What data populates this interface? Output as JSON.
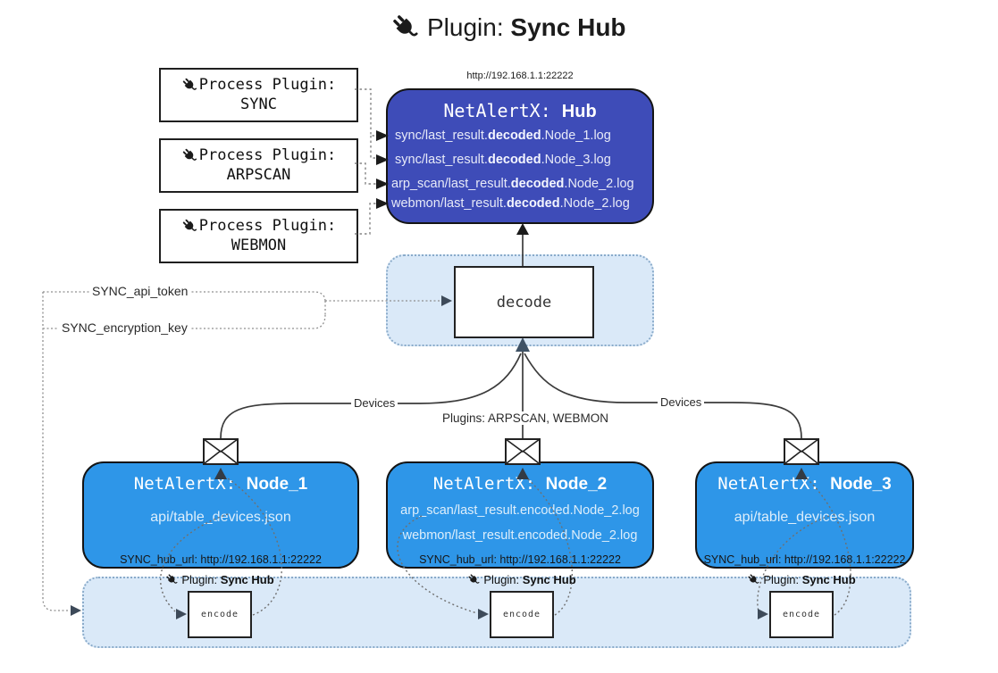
{
  "title": {
    "prefix": "Plugin: ",
    "bold": "Sync Hub"
  },
  "process_plugins": [
    {
      "label": "Process Plugin:",
      "name": "SYNC"
    },
    {
      "label": "Process Plugin:",
      "name": "ARPSCAN"
    },
    {
      "label": "Process Plugin:",
      "name": "WEBMON"
    }
  ],
  "hub": {
    "url": "http://192.168.1.1:22222",
    "title_prefix": "NetAlertX: ",
    "title_bold": "Hub",
    "logs": [
      {
        "pre": "sync/last_result.",
        "bold": "decoded",
        "post": ".Node_1.log"
      },
      {
        "pre": "sync/last_result.",
        "bold": "decoded",
        "post": ".Node_3.log"
      },
      {
        "pre": "arp_scan/last_result.",
        "bold": "decoded",
        "post": ".Node_2.log"
      },
      {
        "pre": "webmon/last_result.",
        "bold": "decoded",
        "post": ".Node_2.log"
      }
    ]
  },
  "decode_label": "decode",
  "config_labels": {
    "api_token": "SYNC_api_token",
    "encryption_key": "SYNC_encryption_key"
  },
  "edge_labels": {
    "devices_left": "Devices",
    "plugins_center": "Plugins: ARPSCAN, WEBMON",
    "devices_right": "Devices"
  },
  "nodes": [
    {
      "title_prefix": "NetAlertX: ",
      "title_bold": "Node_1",
      "files": [
        "api/table_devices.json"
      ],
      "hub_url": "SYNC_hub_url: http://192.168.1.1:22222"
    },
    {
      "title_prefix": "NetAlertX: ",
      "title_bold": "Node_2",
      "files": [
        "arp_scan/last_result.encoded.Node_2.log",
        "webmon/last_result.encoded.Node_2.log"
      ],
      "hub_url": "SYNC_hub_url: http://192.168.1.1:22222"
    },
    {
      "title_prefix": "NetAlertX: ",
      "title_bold": "Node_3",
      "files": [
        "api/table_devices.json"
      ],
      "hub_url": "SYNC_hub_url: http://192.168.1.1:22222"
    }
  ],
  "sync_plugin_unit": {
    "label_prefix": "Plugin: ",
    "label_bold": "Sync Hub",
    "box_label": "encode"
  },
  "icons": {
    "plug": "plug-icon",
    "envelope": "envelope-icon"
  },
  "colors": {
    "hub_fill": "#3e4cb8",
    "node_fill": "#2e96e8",
    "panel_fill": "#dae9f8",
    "panel_border": "#8aabca",
    "hub_text": "#e7eaf8",
    "node_text": "#ddeefb",
    "solid_line": "#3b3b3b",
    "arrow_dark": "#1b1b1b",
    "arrow_slate": "#3d4a59"
  }
}
